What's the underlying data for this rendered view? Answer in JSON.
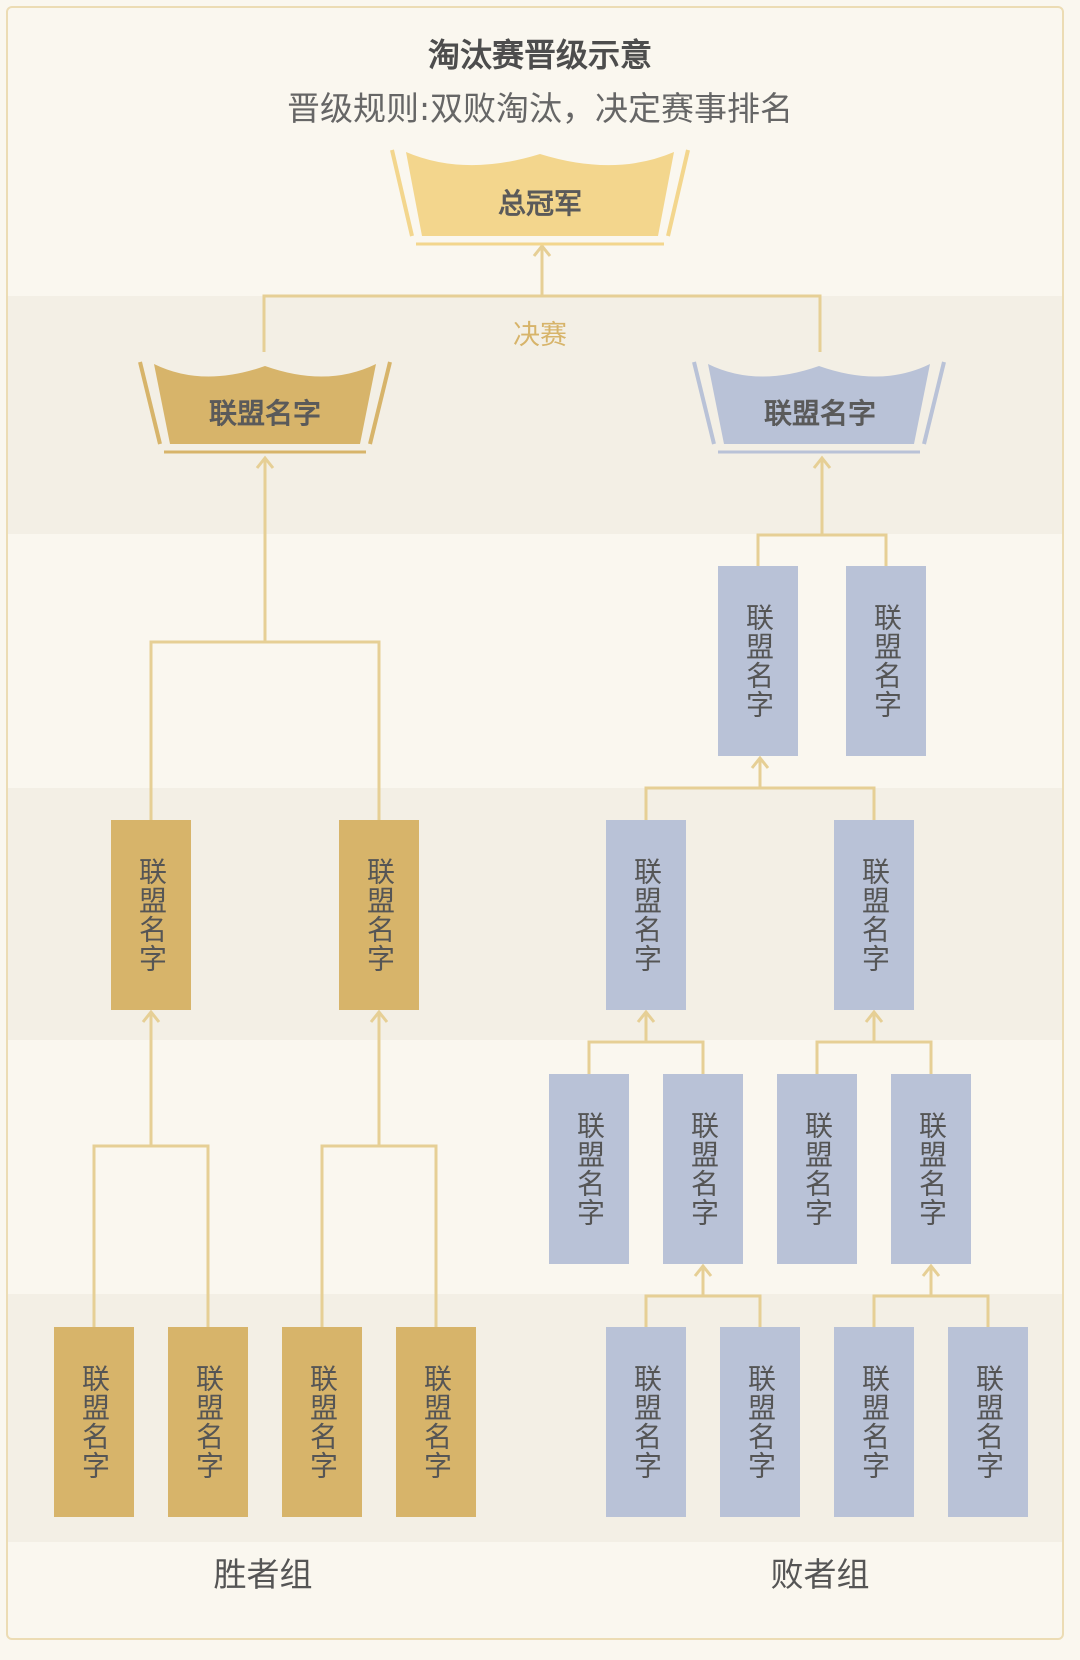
{
  "header": {
    "title": "淘汰赛晋级示意",
    "subtitle": "晋级规则:双败淘汰，决定赛事排名"
  },
  "champion_label": "总冠军",
  "final_label": "决赛",
  "finalists": {
    "winner_side": "联盟名字",
    "loser_side": "联盟名字"
  },
  "groups": {
    "winners": "胜者组",
    "losers": "败者组"
  },
  "team_name": "联盟名字",
  "colors": {
    "gold": "#d7b46a",
    "blue": "#b9c2d7",
    "line": "#e6cf95",
    "background": "#faf7ef",
    "band": "#f3efe5"
  }
}
